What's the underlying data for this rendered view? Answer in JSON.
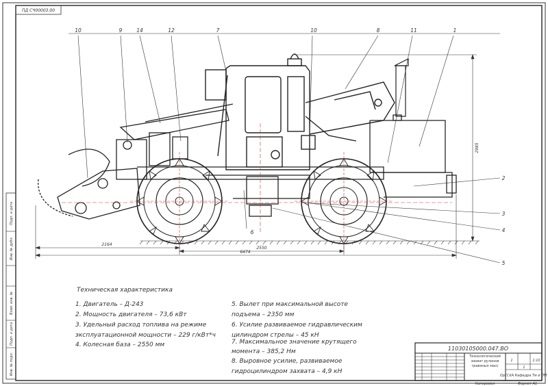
{
  "corner_stamp": "ПД СЧ00003.00",
  "drawing_number": "11030105000.047.ВО",
  "title_block": {
    "name": "Технологический захват рулонов травяных масс",
    "scale": "1:10",
    "sheet": "1",
    "sheets": "1",
    "org": "ОрГСХА Кафедра Тм и ЛМ",
    "format": "Формат А1",
    "copied": "Копировал"
  },
  "side_stamps": [
    "Подп. и дата",
    "Инв. № дубл.",
    "Взам. инв. №",
    "Подп. и дата",
    "Инв. № подл."
  ],
  "callouts": {
    "top": [
      "10",
      "9",
      "14",
      "12",
      "7",
      "10",
      "8",
      "11",
      "1"
    ],
    "right": [
      "2",
      "3",
      "4",
      "5"
    ],
    "bottom": "6"
  },
  "dimensions": {
    "height": "2985",
    "overhang": "2164",
    "wheelbase": "2550",
    "total_length": "6474"
  },
  "spec_title": "Техническая характеристика",
  "specs_left": [
    "1. Двигатель – Д-243",
    "2. Мощность двигателя – 73,6 кВт",
    "3. Удельный расход топлива на режиме",
    "эксплуатационной мощности – 229 г/кВт*ч",
    "4. Колесная база – 2550 мм"
  ],
  "specs_right": [
    "5. Вылет при максимальной высоте",
    "подъема – 2350 мм",
    "6. Усилие развиваемое гидравлическим",
    "цилиндром стрелы – 45 кН",
    "7. Максимальное значение крутящего",
    "момента – 385,2 Нм",
    "8. Выровное усилие, развиваемое",
    "гидроцилиндром захвата – 4,9 кН"
  ]
}
